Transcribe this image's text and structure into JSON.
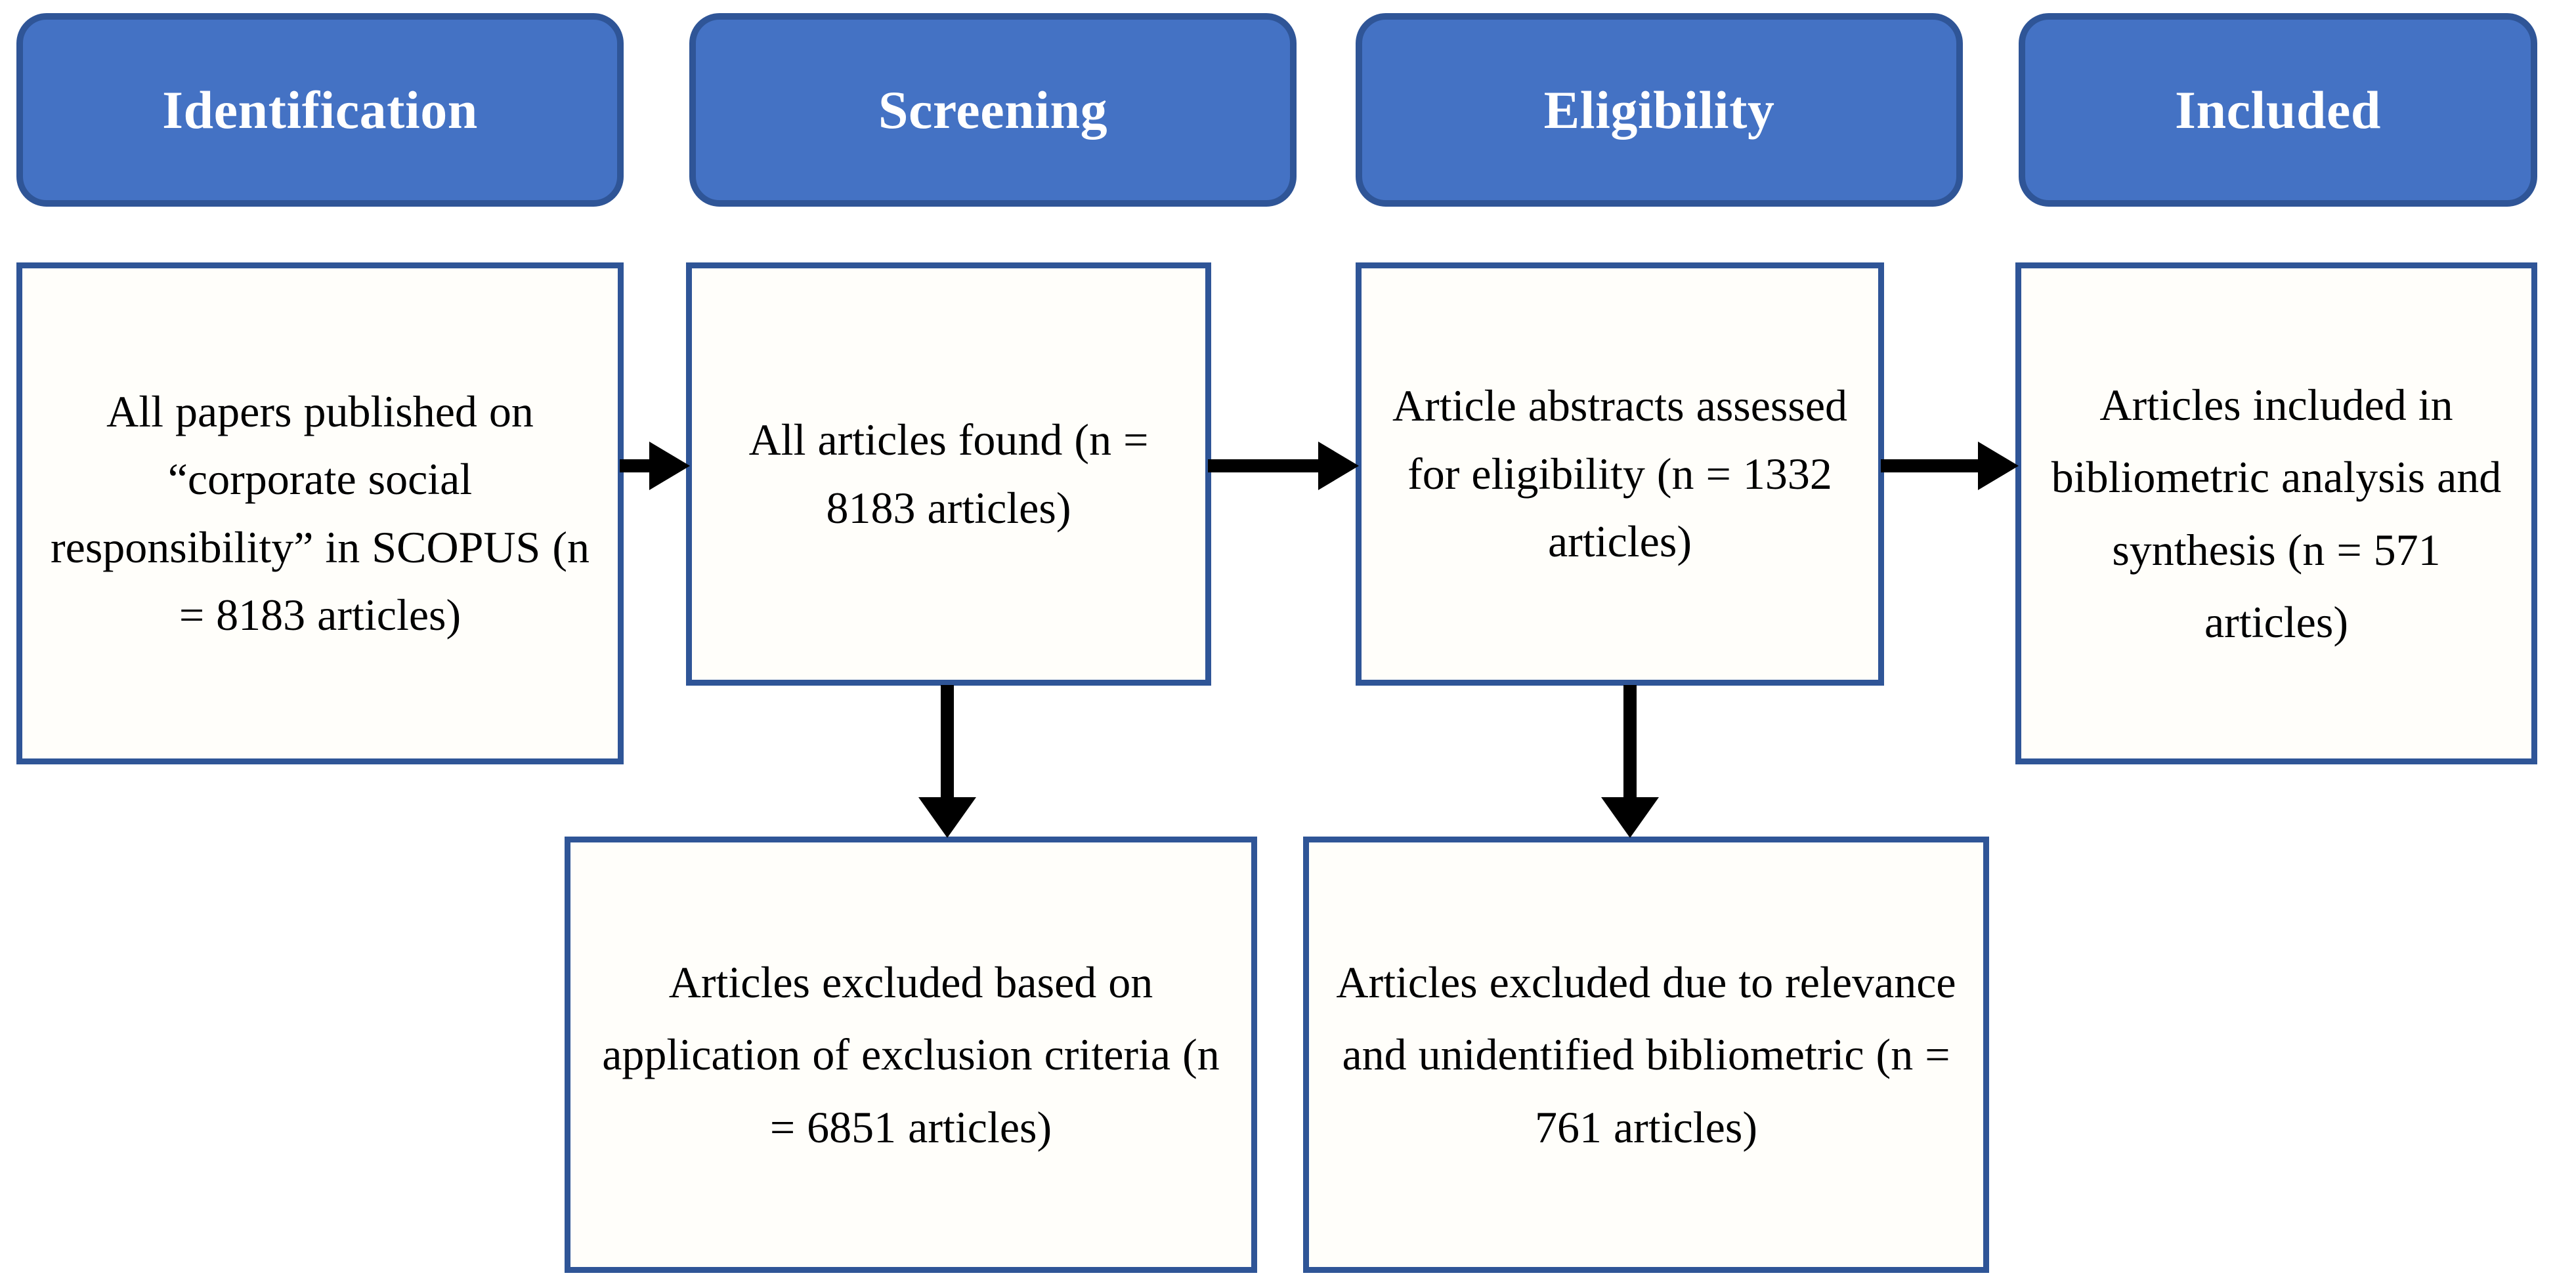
{
  "diagram": {
    "title": "PRISMA article selection flow diagram",
    "colors": {
      "stage_fill": "#4472C4",
      "stage_border": "#2F5597",
      "stage_text": "#FFFFFF",
      "box_fill": "#FFFEFA",
      "box_border": "#2F5597",
      "box_text": "#000000",
      "arrow": "#000000",
      "background": "#FFFFFF"
    },
    "stages": [
      {
        "label": "Identification"
      },
      {
        "label": "Screening"
      },
      {
        "label": "Eligibility"
      },
      {
        "label": "Included"
      }
    ],
    "main_boxes": [
      {
        "text": "All papers published on “corporate social responsibility” in SCOPUS (n = 8183 articles)",
        "n": 8183
      },
      {
        "text": "All articles found (n = 8183 articles)",
        "n": 8183
      },
      {
        "text": "Article abstracts assessed for eligibility (n = 1332 articles)",
        "n": 1332
      },
      {
        "text": "Articles included in bibliometric analysis and synthesis (n = 571 articles)",
        "n": 571
      }
    ],
    "exclusion_boxes": [
      {
        "text": "Articles excluded based on application of exclusion criteria (n = 6851 articles)",
        "n": 6851
      },
      {
        "text": "Articles excluded due to relevance and unidentified bibliometric (n = 761 articles)",
        "n": 761
      }
    ],
    "connectors": [
      {
        "name": "identification-to-screening",
        "direction": "right"
      },
      {
        "name": "screening-to-eligibility",
        "direction": "right"
      },
      {
        "name": "eligibility-to-included",
        "direction": "right"
      },
      {
        "name": "screening-to-excluded-criteria",
        "direction": "down"
      },
      {
        "name": "eligibility-to-excluded-relevance",
        "direction": "down"
      }
    ]
  }
}
